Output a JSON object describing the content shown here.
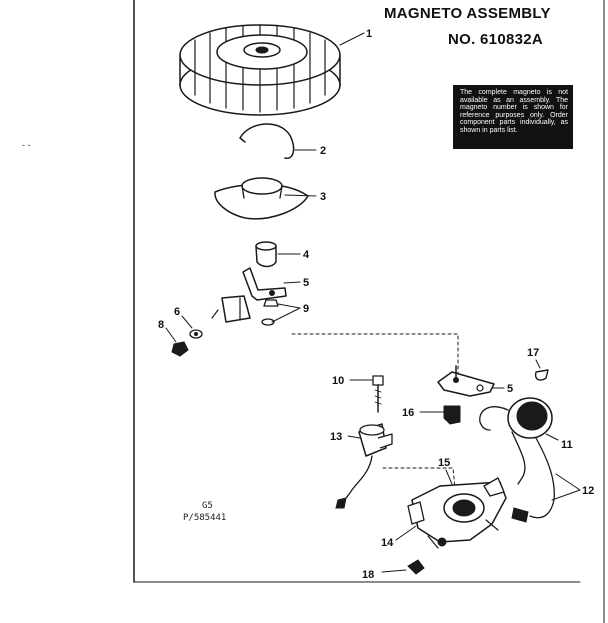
{
  "title": {
    "line1": "MAGNETO ASSEMBLY",
    "line2": "NO. 610832A"
  },
  "note": "The complete magneto is not available as an assembly. The magneto number is shown for reference purposes only. Order component parts individually, as shown in parts list.",
  "drawing_code": "G5",
  "part_ref": "P/585441",
  "callouts": [
    "1",
    "2",
    "3",
    "4",
    "5",
    "6",
    "8",
    "9",
    "10",
    "5",
    "17",
    "16",
    "13",
    "11",
    "15",
    "12",
    "14",
    "18"
  ]
}
